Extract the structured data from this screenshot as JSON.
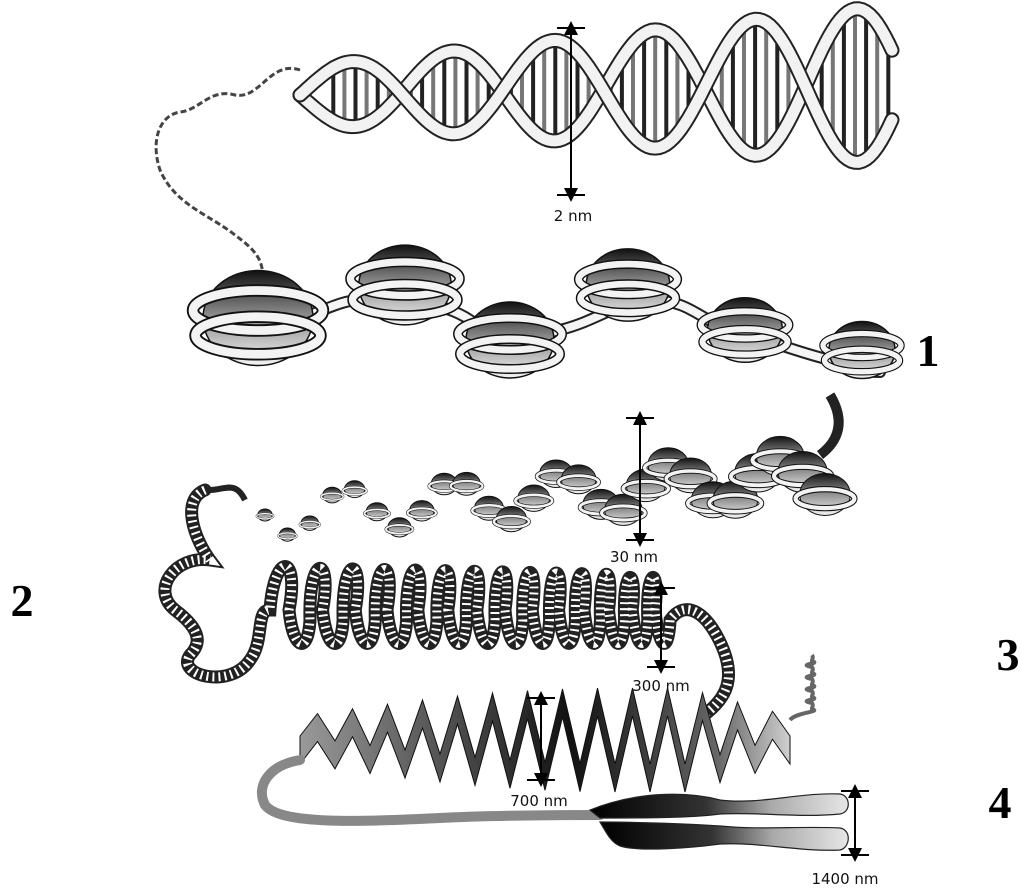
{
  "dimensions": {
    "dna_width": "2 nm",
    "fiber_30": "30 nm",
    "loops_300": "300 nm",
    "coil_700": "700 nm",
    "chromosome_1400": "1400 nm"
  },
  "level_numbers": {
    "one": "1",
    "two": "2",
    "three": "3",
    "four": "4"
  }
}
